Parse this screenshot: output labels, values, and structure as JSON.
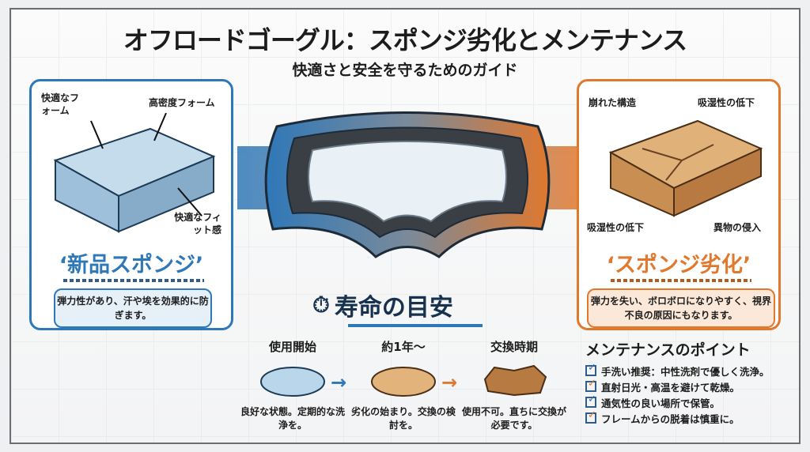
{
  "header": {
    "title": "オフロードゴーグル：スポンジ劣化とメンテナンス",
    "subtitle": "快適さと安全を守るためのガイド"
  },
  "new_sponge": {
    "labels": [
      "快適なフォーム",
      "高密度フォーム",
      "快適なフィット感"
    ],
    "title": "‘新品スポンジ’",
    "description": "弾力性があり、汗や埃を効果的に防ぎます。",
    "color": "#2f78b8"
  },
  "old_sponge": {
    "labels": [
      "崩れた構造",
      "吸湿性の低下",
      "吸湿性の低下",
      "異物の侵入"
    ],
    "title": "‘スポンジ劣化’",
    "description": "弾力を失い、ボロボロになりやすく、視界不良の原因にもなります。",
    "color": "#e0782e"
  },
  "lifespan": {
    "title": "寿命の目安",
    "icon": "stopwatch-icon",
    "stages": [
      {
        "label": "使用開始",
        "description": "良好な状態。定期的な洗浄を。"
      },
      {
        "label": "約1年〜",
        "description": "劣化の始まり。交換の検討を。"
      },
      {
        "label": "交換時期",
        "description": "使用不可。直ちに交換が必要です。"
      }
    ]
  },
  "maintenance": {
    "title": "メンテナンスのポイント",
    "items": [
      {
        "text": "手洗い推奨：中性洗剤で優しく洗浄。",
        "check_color": "#2f78b8"
      },
      {
        "text": "直射日光・高温を避けて乾燥。",
        "check_color": "#e0782e"
      },
      {
        "text": "通気性の良い場所で保管。",
        "check_color": "#2f78b8"
      },
      {
        "text": "フレームからの脱着は慎重に。",
        "check_color": "#e0782e"
      }
    ]
  }
}
